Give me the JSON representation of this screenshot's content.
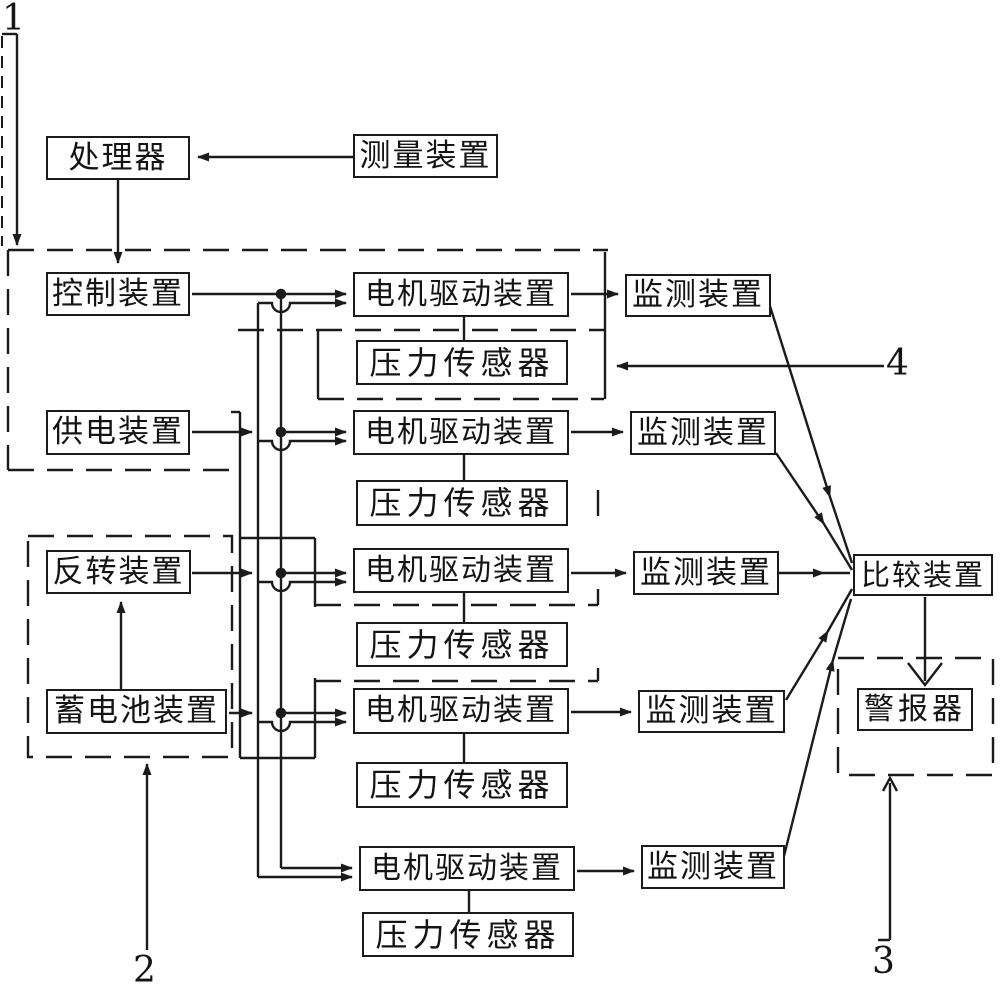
{
  "diagram": {
    "background": "#ffffff",
    "line_color": "#1b1b1b",
    "nodes": {
      "processor": "处理器",
      "measuring_device": "测量装置",
      "control_device": "控制装置",
      "power_supply": "供电装置",
      "reversing_device": "反转装置",
      "battery_device": "蓄电池装置",
      "comparison_device": "比较装置",
      "alarm": "警报器"
    },
    "channels": [
      {
        "motor_driver": "电机驱动装置",
        "pressure_sensor": "压力传感器",
        "monitoring_device": "监测装置"
      },
      {
        "motor_driver": "电机驱动装置",
        "pressure_sensor": "压力传感器",
        "monitoring_device": "监测装置"
      },
      {
        "motor_driver": "电机驱动装置",
        "pressure_sensor": "压力传感器",
        "monitoring_device": "监测装置"
      },
      {
        "motor_driver": "电机驱动装置",
        "pressure_sensor": "压力传感器",
        "monitoring_device": "监测装置"
      },
      {
        "motor_driver": "电机驱动装置",
        "pressure_sensor": "压力传感器",
        "monitoring_device": "监测装置"
      }
    ],
    "ref_labels": {
      "assembly": "1",
      "battery_group": "2",
      "alarm_group": "3",
      "sensor_group": "4"
    }
  }
}
